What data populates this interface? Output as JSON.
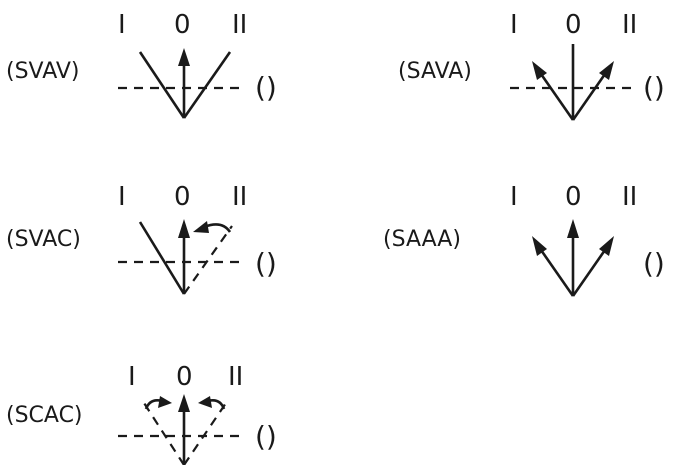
{
  "diagrams": [
    {
      "label": "(SVAV)",
      "labels": [
        "I",
        "0",
        "II"
      ],
      "paren": "()"
    },
    {
      "label": "(SAVA)",
      "labels": [
        "I",
        "0",
        "II"
      ],
      "paren": "()"
    },
    {
      "label": "(SVAC)",
      "labels": [
        "I",
        "0",
        "II"
      ],
      "paren": "()"
    },
    {
      "label": "(SAAA)",
      "labels": [
        "I",
        "0",
        "II"
      ],
      "paren": "()"
    },
    {
      "label": "(SCAC)",
      "labels": [
        "I",
        "0",
        "II"
      ],
      "paren": "()"
    }
  ]
}
